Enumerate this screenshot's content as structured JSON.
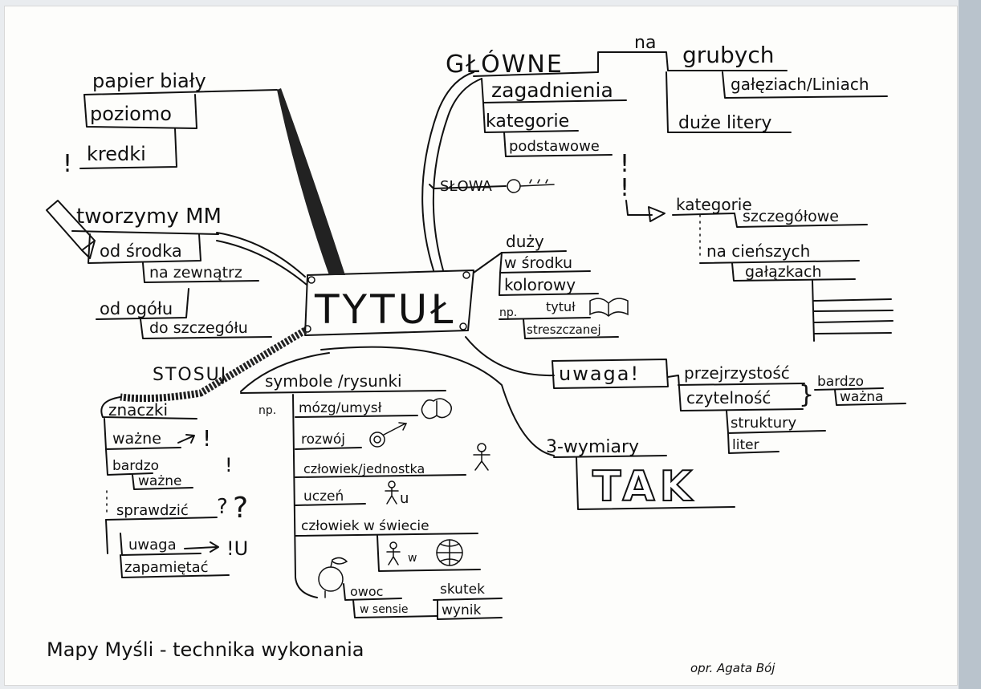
{
  "colors": {
    "paper": "#fdfdfb",
    "ink": "#111111",
    "edge": "#b9c3cc"
  },
  "center": {
    "title": "TYTUŁ"
  },
  "left_top": {
    "papier": "papier biały",
    "poziomo": "poziomo",
    "kredki": "kredki"
  },
  "tworzymy": {
    "label": "tworzymy MM",
    "od_srodka": "od środka",
    "na_zewnatrz": "na zewnątrz",
    "od_ogolu": "od ogółu",
    "do_szczegolu": "do szczegółu"
  },
  "glowne": {
    "label": "GŁÓWNE",
    "na": "na",
    "grubych": "grubych",
    "galeziach": "gałęziach/Liniach",
    "zagadnienia": "zagadnienia",
    "kategorie": "kategorie",
    "podstawowe": "podstawowe",
    "duze_litery": "duże litery",
    "slowa": "SŁOWA"
  },
  "kategorie2": {
    "kategorie": "kategorie",
    "szczegolowe": "szczegółowe",
    "na_ciensz": "na cieńszych",
    "galazkach": "gałązkach"
  },
  "duzy": {
    "duzy": "duży",
    "w_srodku": "w środku",
    "kolorowy": "kolorowy",
    "np": "np.",
    "tytul": "tytuł",
    "streszczanej": "streszczanej"
  },
  "uwaga": {
    "label": "uwaga!",
    "przejrzystosc": "przejrzystość",
    "czytelnosc": "czytelność",
    "bardzo": "bardzo",
    "wazna": "ważna",
    "struktury": "struktury",
    "liter": "liter",
    "trzy_wymiary": "3-wymiary",
    "tak": "TAK"
  },
  "stosuj": {
    "label": "STOSUJ",
    "znaczki": "znaczki",
    "wazne": "ważne",
    "bardzo": "bardzo",
    "bardzo_wazne": "ważne",
    "sprawdzic": "sprawdzić",
    "uwaga": "uwaga",
    "zapamietac": "zapamiętać"
  },
  "symbole": {
    "label": "symbole /rysunki",
    "np": "np.",
    "mozg": "mózg/umysł",
    "rozwoj": "rozwój",
    "czlowiek": "człowiek/jednostka",
    "uczen": "uczeń",
    "czlowiek_swiat": "człowiek w świecie",
    "owoc": "owoc",
    "w_sensie": "w sensie",
    "skutek": "skutek",
    "wynik": "wynik"
  },
  "footer": {
    "caption": "Mapy Myśli - technika wykonania",
    "signature": "opr. Agata Bój"
  }
}
